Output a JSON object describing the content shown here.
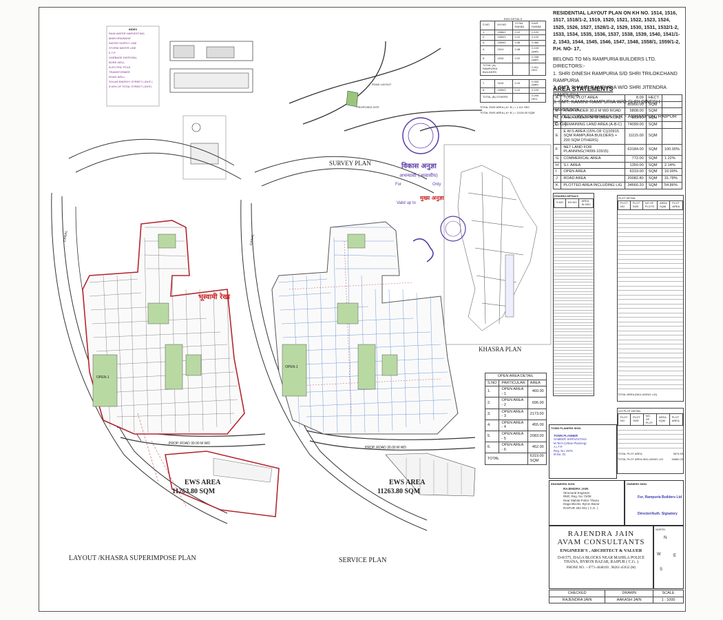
{
  "header": {
    "title": "RESIDENTIAL LAYOUT PLAN ON KH NO. 1514, 1516, 1517, 1518/1-2, 1519, 1520, 1521, 1522, 1523, 1524, 1525, 1526, 1527, 1528/1-2, 1529, 1530, 1531, 1532/1-2, 1533, 1534, 1535, 1536, 1537, 1538, 1539, 1540, 1541/1-2, 1543, 1544, 1545, 1546, 1547, 1548, 1558/1, 1559/1-2, P.H. NO- 17,",
    "belong_to": "BELONG TO M/s RAMPURIA BUILDERS LTD. DIRECTORS:-",
    "directors": [
      "1. SHRI DINESH RAMPURIA S/O SHRI TRILOKCHAND RAMPURIA",
      "2. SMT. SHANTI RAMPURIA W/O SHRI JITENDRA RAMPURIA",
      "3. SMT. KAMINI RAMPURIA W/O SHRI DINESH RAMPURIA"
    ],
    "location": "AT VILL- SINCHARBHATA TEH. - ABHANPUR, RAIPUR (C.G.)"
  },
  "area_statements": {
    "title": "AREA STATEMENTS",
    "rows": [
      {
        "code": "A",
        "label": "TOTAL PLOT AREA",
        "value": "8.09",
        "unit": "HECT.",
        "pct": ""
      },
      {
        "code": "",
        "label": "",
        "value": "80900.00",
        "unit": "SQM",
        "pct": ""
      },
      {
        "code": "B",
        "label": "AREA UNDER 30.0 M WD ROAD",
        "value": "5808.00",
        "unit": "SQM",
        "pct": ""
      },
      {
        "code": "C",
        "label": "AREA UNDER 30 M WIDE ROAD",
        "value": "993.00",
        "unit": "SQM",
        "pct": ""
      },
      {
        "code": "D",
        "label": "REMAINING LAND AREA (A-B-C)",
        "value": "74099.00",
        "unit": "SQM",
        "pct": ""
      },
      {
        "code": "E",
        "label": "E.W.S AREA (15% OF C)(10915 SQM RAMPURIA BUILDERS + 200 SQM OTHERS)",
        "value": "11115.00",
        "unit": "SQM",
        "pct": ""
      },
      {
        "code": "F",
        "label": "NET LAND FOR PLANNING(74099-10915)",
        "value": "63184.00",
        "unit": "SQM",
        "pct": "100.00%"
      },
      {
        "code": "G",
        "label": "COMMERICAL AREA",
        "value": "772.00",
        "unit": "SQM",
        "pct": "1.22%"
      },
      {
        "code": "H",
        "label": "S.I. AREA",
        "value": "1350.00",
        "unit": "SQM",
        "pct": "2.14%"
      },
      {
        "code": "I",
        "label": "OPEN AREA",
        "value": "6319.00",
        "unit": "SQM",
        "pct": "10.00%"
      },
      {
        "code": "J",
        "label": "ROAD AREA",
        "value": "20082.80",
        "unit": "SQM",
        "pct": "31.78%"
      },
      {
        "code": "K",
        "label": "PLOTTED AREA INCLUDING LIG",
        "value": "34660.20",
        "unit": "SQM",
        "pct": "54.86%"
      }
    ]
  },
  "open_area_detail": {
    "title": "OPEN AREA DETAIL",
    "headers": [
      "S.NO",
      "PARTICULAR",
      "AREA"
    ],
    "rows": [
      [
        "1.",
        "OPEN AREA - 1",
        "460.00"
      ],
      [
        "2.",
        "OPEN AREA - 2",
        "696.00"
      ],
      [
        "3.",
        "OPEN AREA - 3",
        "2173.00"
      ],
      [
        "4.",
        "OPEN AREA - 4",
        "455.00"
      ],
      [
        "5.",
        "OPEN AREA - 5",
        "2083.00"
      ],
      [
        "6.",
        "OPEN AREA - 6",
        "452.00"
      ]
    ],
    "total_label": "TOTAL",
    "total_value": "6319.00 SQM"
  },
  "ews_details": {
    "title": "EWS DETAILS",
    "headers": [
      "S.NO",
      "KH.NO",
      "TOTAL RAKBA",
      "EWS RAKBA"
    ],
    "rows": [
      [
        "1.",
        "1558/1",
        "0.12",
        "0.120"
      ],
      [
        "2.",
        "1559/1",
        "0.12",
        "0.120"
      ],
      [
        "3.",
        "1559/2",
        "0.46",
        "0.460"
      ],
      [
        "4.",
        "1514",
        "0.48",
        "0.103 (part)"
      ],
      [
        "5.",
        "1516",
        "0.22",
        "0.208 (part)"
      ]
    ],
    "total_row": [
      "TOTAL (A) RAMPURIA BUILDERS",
      "",
      "0.911 HEC"
    ],
    "other_rows": [
      [
        "7.",
        "1516",
        "0.10",
        "0.000 (part)"
      ],
      [
        "8.",
        "1559/2",
        "0.12",
        "0.120"
      ]
    ],
    "other_total": [
      "TOTAL (B) OTHERS",
      "",
      "0.200 HEC"
    ],
    "grand_total_1": "TOTAL EWS AREA ( A+ B ) = 1.111 HEC",
    "grand_total_2": "TOTAL EWS AREA ( A+ B ) = 11115.00 SQM"
  },
  "plans": {
    "survey_plan": "SURVEY PLAN",
    "khasra_plan": "KHASRA PLAN",
    "layout_label": "LAYOUT /KHASRA SUPERIMPOSE PLAN",
    "service_label": "SERVICE PLAN",
    "ews_area_title": "EWS AREA",
    "ews_area_value": "11263.80 SQM",
    "road_label": "PROP. ROAD 30.00 M WD",
    "canal_label": "CANAL",
    "open_label": "OPEN-1",
    "proposed_site": "PROPOSED SITE",
    "road_layout": "ROAD LAYOUT"
  },
  "stamp": {
    "hindi_title": "विकास अनुज्ञा",
    "hindi_line": "अभन्यासी (आवासीय)",
    "for_label": "For",
    "only_label": "Only",
    "valid_label": "Valid up to",
    "hindi_note": "मुख्य अनुज्ञा",
    "existing_line": "भूस्वामी रेखा"
  },
  "khasra_detail": {
    "title": "KHASRA DETAILS",
    "headers": [
      "S.NO",
      "KH.NO",
      "AREA IN HEC"
    ]
  },
  "plot_detail": {
    "title": "PLOT DETAIL",
    "headers": [
      "PLOT NO",
      "PLOT SIZE",
      "NO OF PLOTS",
      "AREA SQM",
      "PLOT AREA"
    ],
    "total": "TOTAL AREA (INCLUDING LIG)"
  },
  "lig_plot_detail": {
    "title": "LIG PLOT DETAIL",
    "headers": [
      "PLOT NO",
      "PLOT SIZE",
      "NO. OF PLOT",
      "AREA SQM",
      "PLOT AREA"
    ],
    "total": "TOTAL PLOT AREA",
    "total2": "TOTAL PLOT AREA INCLUDING LIG",
    "total_val": "3674.53",
    "total_val2": "34660.20"
  },
  "town_planner": {
    "title": "TOWN PLANERS SIGN",
    "stamp_name": "TOWN PLANNER",
    "stamp_lines": [
      "SAMEER SHRIVASTAVA",
      "M.Tech (Urban Planning)",
      "A.I.T.P.",
      "Reg. No. 2576",
      "M.No. 01"
    ]
  },
  "engineer": {
    "title": "ENGINEERS SIGN",
    "stamp_lines": [
      "RAJENDRA JAIN",
      "Structural Engineer",
      "RMC Reg. No 72/08",
      "Near Mahila Police Thana",
      "Daga Blocks, Byron Bazar",
      "RAIPUR 492 001 ( C.G. )"
    ]
  },
  "owner": {
    "title": "OWNERS SIGN",
    "company": "For, Rampuria Builders Ltd",
    "role": "Director/Auth. Signatory"
  },
  "consultant": {
    "name1": "RAJENDRA JAIN",
    "name2": "AVAM CONSULTANTS",
    "profession": "ENGINEER'S , ARCHITECT & VALUER",
    "address1": "D-8/375, DAGA BLOCKS NEAR MAHILA POLICE",
    "address2": "THANA, BYRON BAZAR, RAIPUR ( C.G. )",
    "phone": "PHONE NO. :- 0771-4048169 , 98261-45932 (M)"
  },
  "north": {
    "label": "NORTH",
    "n": "N",
    "e": "E",
    "s": "S",
    "w": "W"
  },
  "footer": {
    "checked": "CHECKED",
    "drawn": "DRAWN",
    "scale": "SCALE",
    "checked_val": "RAJENDRA JAIN",
    "drawn_val": "AAKASH JAIN",
    "scale_val": "1 : 1000"
  },
  "index": {
    "title": "INDEX",
    "items": [
      "RAIN WATER HARVESTING",
      "MAIN DRAINAGE",
      "WATER SUPPLY LINE",
      "STORM WATER LINE",
      "E.T.P.",
      "GARBAGE DISPOSAL",
      "BORE WELL",
      "ELECTRIC POLE",
      "TRANSFORMER",
      "ROAD WELL",
      "SOLAR ENERGY STREET LIGHT ( 5.00% OF TOTAL STREET LIGHT)"
    ]
  },
  "colors": {
    "open_area": "#b9d9a3",
    "boundary": "#b3262f",
    "road": "#333333",
    "stamp_blue": "#5a3aa8",
    "stamp_red": "#cc2222"
  }
}
